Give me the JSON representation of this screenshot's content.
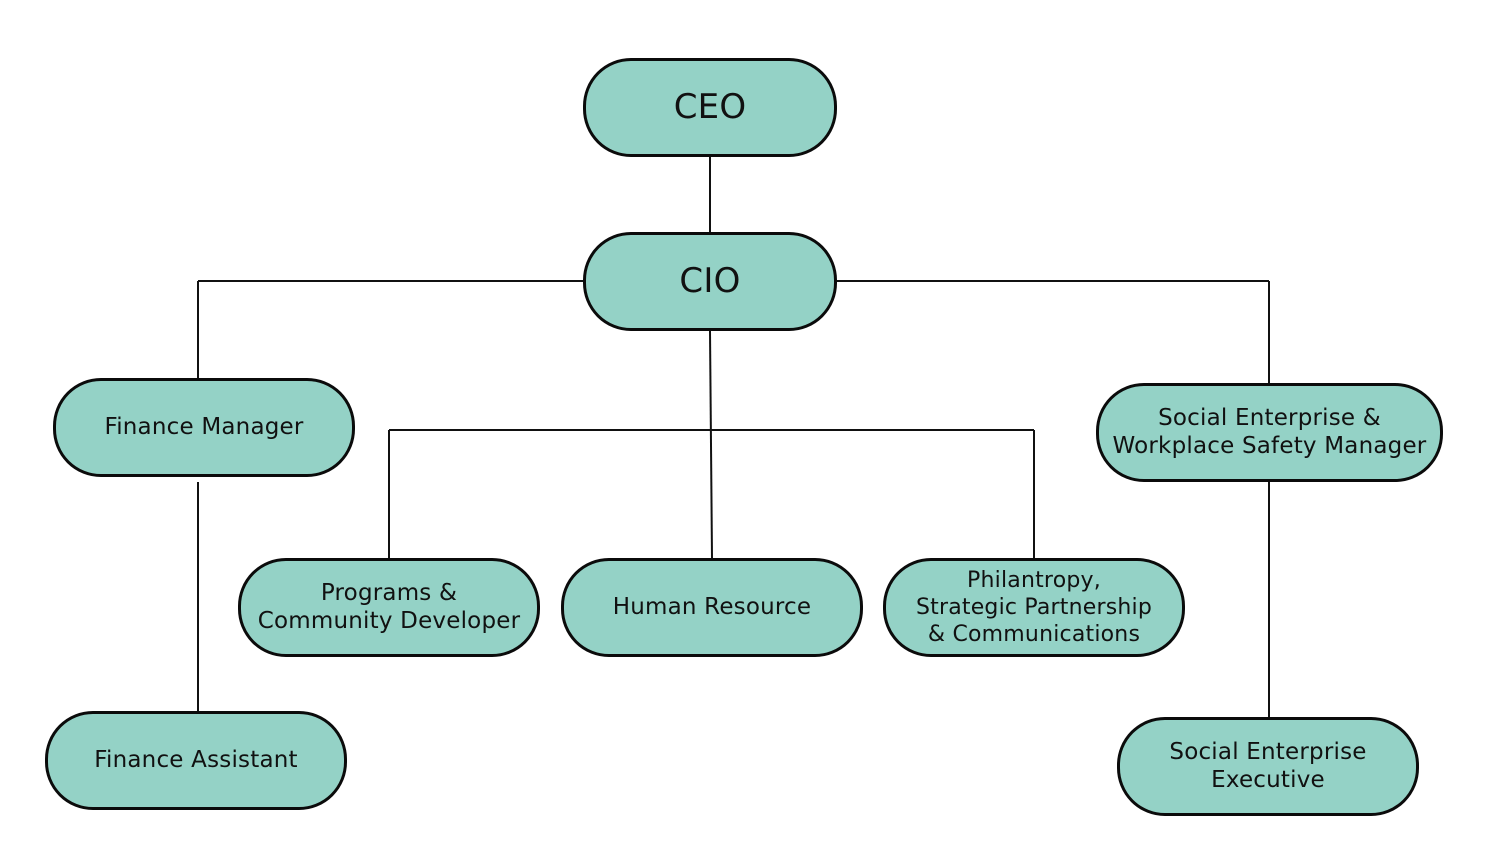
{
  "colors": {
    "node_fill": "#94d2c6",
    "node_border": "#0b0b0b",
    "connector": "#111111",
    "background": "#ffffff"
  },
  "nodes": {
    "ceo": {
      "label": "CEO"
    },
    "cio": {
      "label": "CIO"
    },
    "finance_manager": {
      "label": "Finance Manager"
    },
    "social_manager": {
      "line1": "Social Enterprise &",
      "line2": "Workplace Safety Manager"
    },
    "programs": {
      "line1": "Programs &",
      "line2": "Community Developer"
    },
    "human_resource": {
      "label": "Human Resource"
    },
    "philanthropy": {
      "line1": "Philantropy,",
      "line2": "Strategic Partnership",
      "line3": "& Communications"
    },
    "finance_assistant": {
      "label": "Finance Assistant"
    },
    "social_executive": {
      "line1": "Social Enterprise",
      "line2": "Executive"
    }
  },
  "reporting_lines": [
    {
      "from": "CEO",
      "to": "CIO"
    },
    {
      "from": "CIO",
      "to": "Finance Manager"
    },
    {
      "from": "CIO",
      "to": "Social Enterprise & Workplace Safety Manager"
    },
    {
      "from": "CIO",
      "to": "Programs & Community Developer"
    },
    {
      "from": "CIO",
      "to": "Human Resource"
    },
    {
      "from": "CIO",
      "to": "Philantropy, Strategic Partnership & Communications"
    },
    {
      "from": "Finance Manager",
      "to": "Finance Assistant"
    },
    {
      "from": "Social Enterprise & Workplace Safety Manager",
      "to": "Social Enterprise Executive"
    }
  ]
}
